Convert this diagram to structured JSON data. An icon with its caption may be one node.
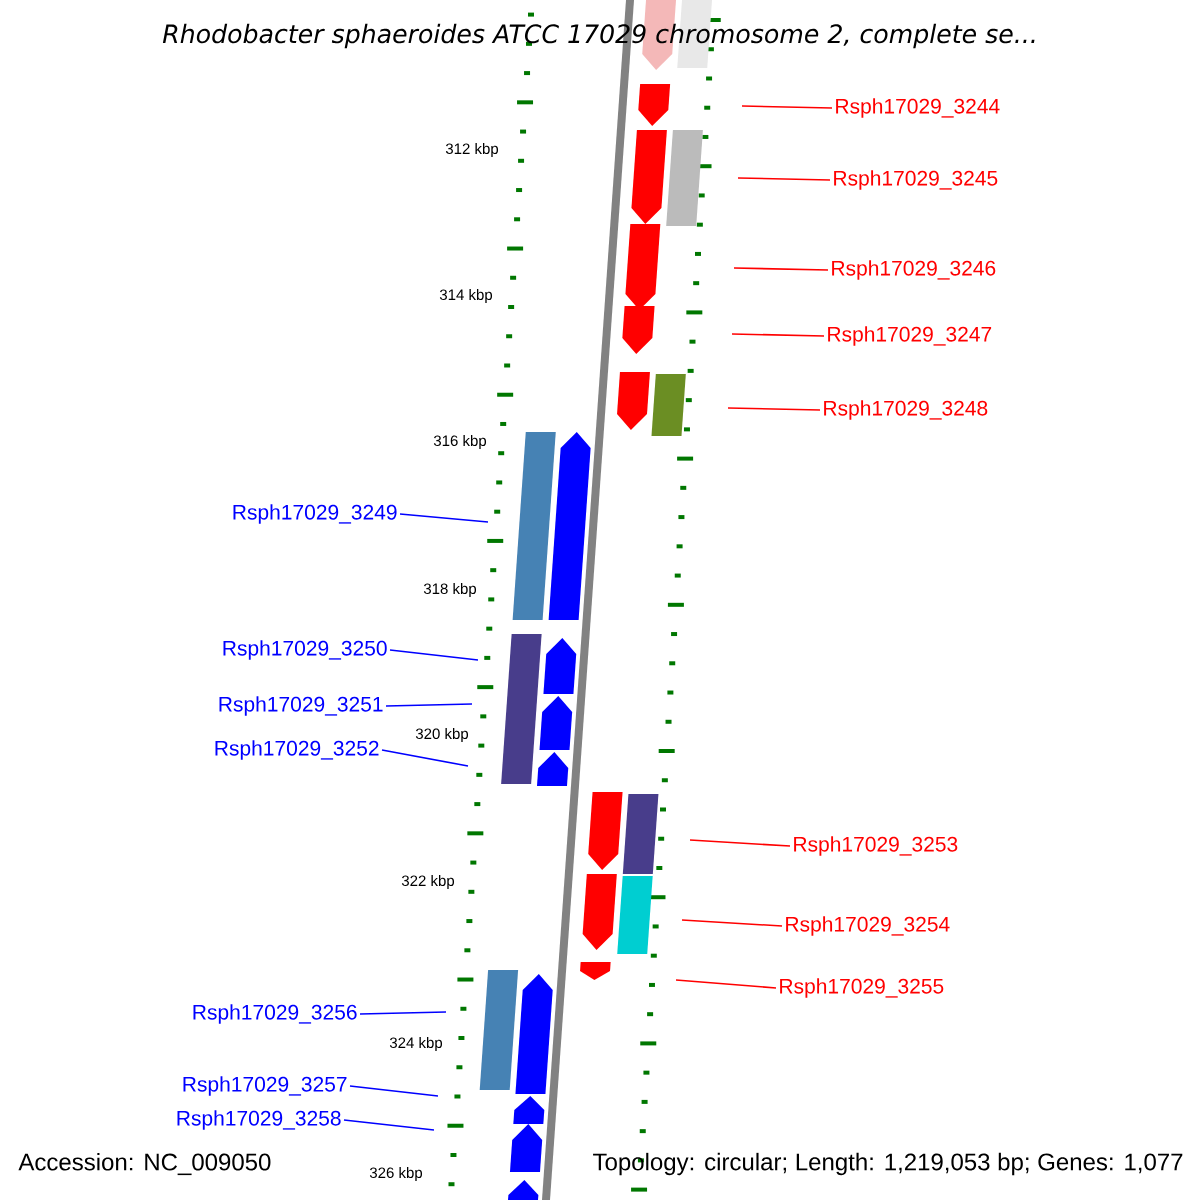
{
  "diagram": {
    "title": "Rhodobacter sphaeroides ATCC 17029 chromosome 2, complete se...",
    "nodes": [
      {
        "text": [
          "Rsph17029_3244"
        ]
      },
      {
        "text": [
          "Rsph17029_3245"
        ]
      },
      {
        "text": [
          "Rsph17029_3246"
        ]
      },
      {
        "text": [
          "Rsph17029_3247"
        ]
      },
      {
        "text": [
          "Rsph17029_3248"
        ]
      },
      {
        "text": [
          "Rsph17029_3249"
        ]
      },
      {
        "text": [
          "Rsph17029_3250"
        ]
      },
      {
        "text": [
          "Rsph17029_3251"
        ]
      },
      {
        "text": [
          "Rsph17029_3252"
        ]
      },
      {
        "text": [
          "Rsph17029_3253"
        ]
      },
      {
        "text": [
          "Rsph17029_3254"
        ]
      },
      {
        "text": [
          "Rsph17029_3255"
        ]
      },
      {
        "text": [
          "Rsph17029_3256"
        ]
      },
      {
        "text": [
          "Rsph17029_3257"
        ]
      },
      {
        "text": [
          "Rsph17029_3258"
        ]
      }
    ],
    "edges": [
      {
        "from": 0,
        "to": null,
        "arrow": "none"
      },
      {
        "from": 1,
        "to": null,
        "arrow": "none"
      },
      {
        "from": 2,
        "to": null,
        "arrow": "none"
      },
      {
        "from": 3,
        "to": null,
        "arrow": "none"
      },
      {
        "from": 4,
        "to": null,
        "arrow": "none"
      },
      {
        "from": 5,
        "to": null,
        "arrow": "none",
        "color": "#0000ff"
      },
      {
        "from": 6,
        "to": null,
        "arrow": "none",
        "color": "#0000ff"
      },
      {
        "from": 7,
        "to": null,
        "arrow": "none",
        "color": "#0000ff"
      },
      {
        "from": 8,
        "to": null,
        "arrow": "none",
        "color": "#0000ff"
      },
      {
        "from": 9,
        "to": null,
        "arrow": "none"
      },
      {
        "from": 10,
        "to": null,
        "arrow": "none"
      },
      {
        "from": 11,
        "to": null,
        "arrow": "none"
      },
      {
        "from": 12,
        "to": null,
        "arrow": "none",
        "color": "#0000ff"
      },
      {
        "from": 13,
        "to": null,
        "arrow": "none",
        "color": "#0000ff"
      },
      {
        "from": 14,
        "to": null,
        "arrow": "none",
        "color": "#0000ff"
      }
    ],
    "labels": [
      "312 kbp",
      "314 kbp",
      "316 kbp",
      "318 kbp",
      "320 kbp",
      "322 kbp",
      "324 kbp",
      "326 kbp",
      "Accession: NC_009050",
      "Topology: circular; Length: 1,219,053 bp; Genes: 1,077"
    ]
  }
}
